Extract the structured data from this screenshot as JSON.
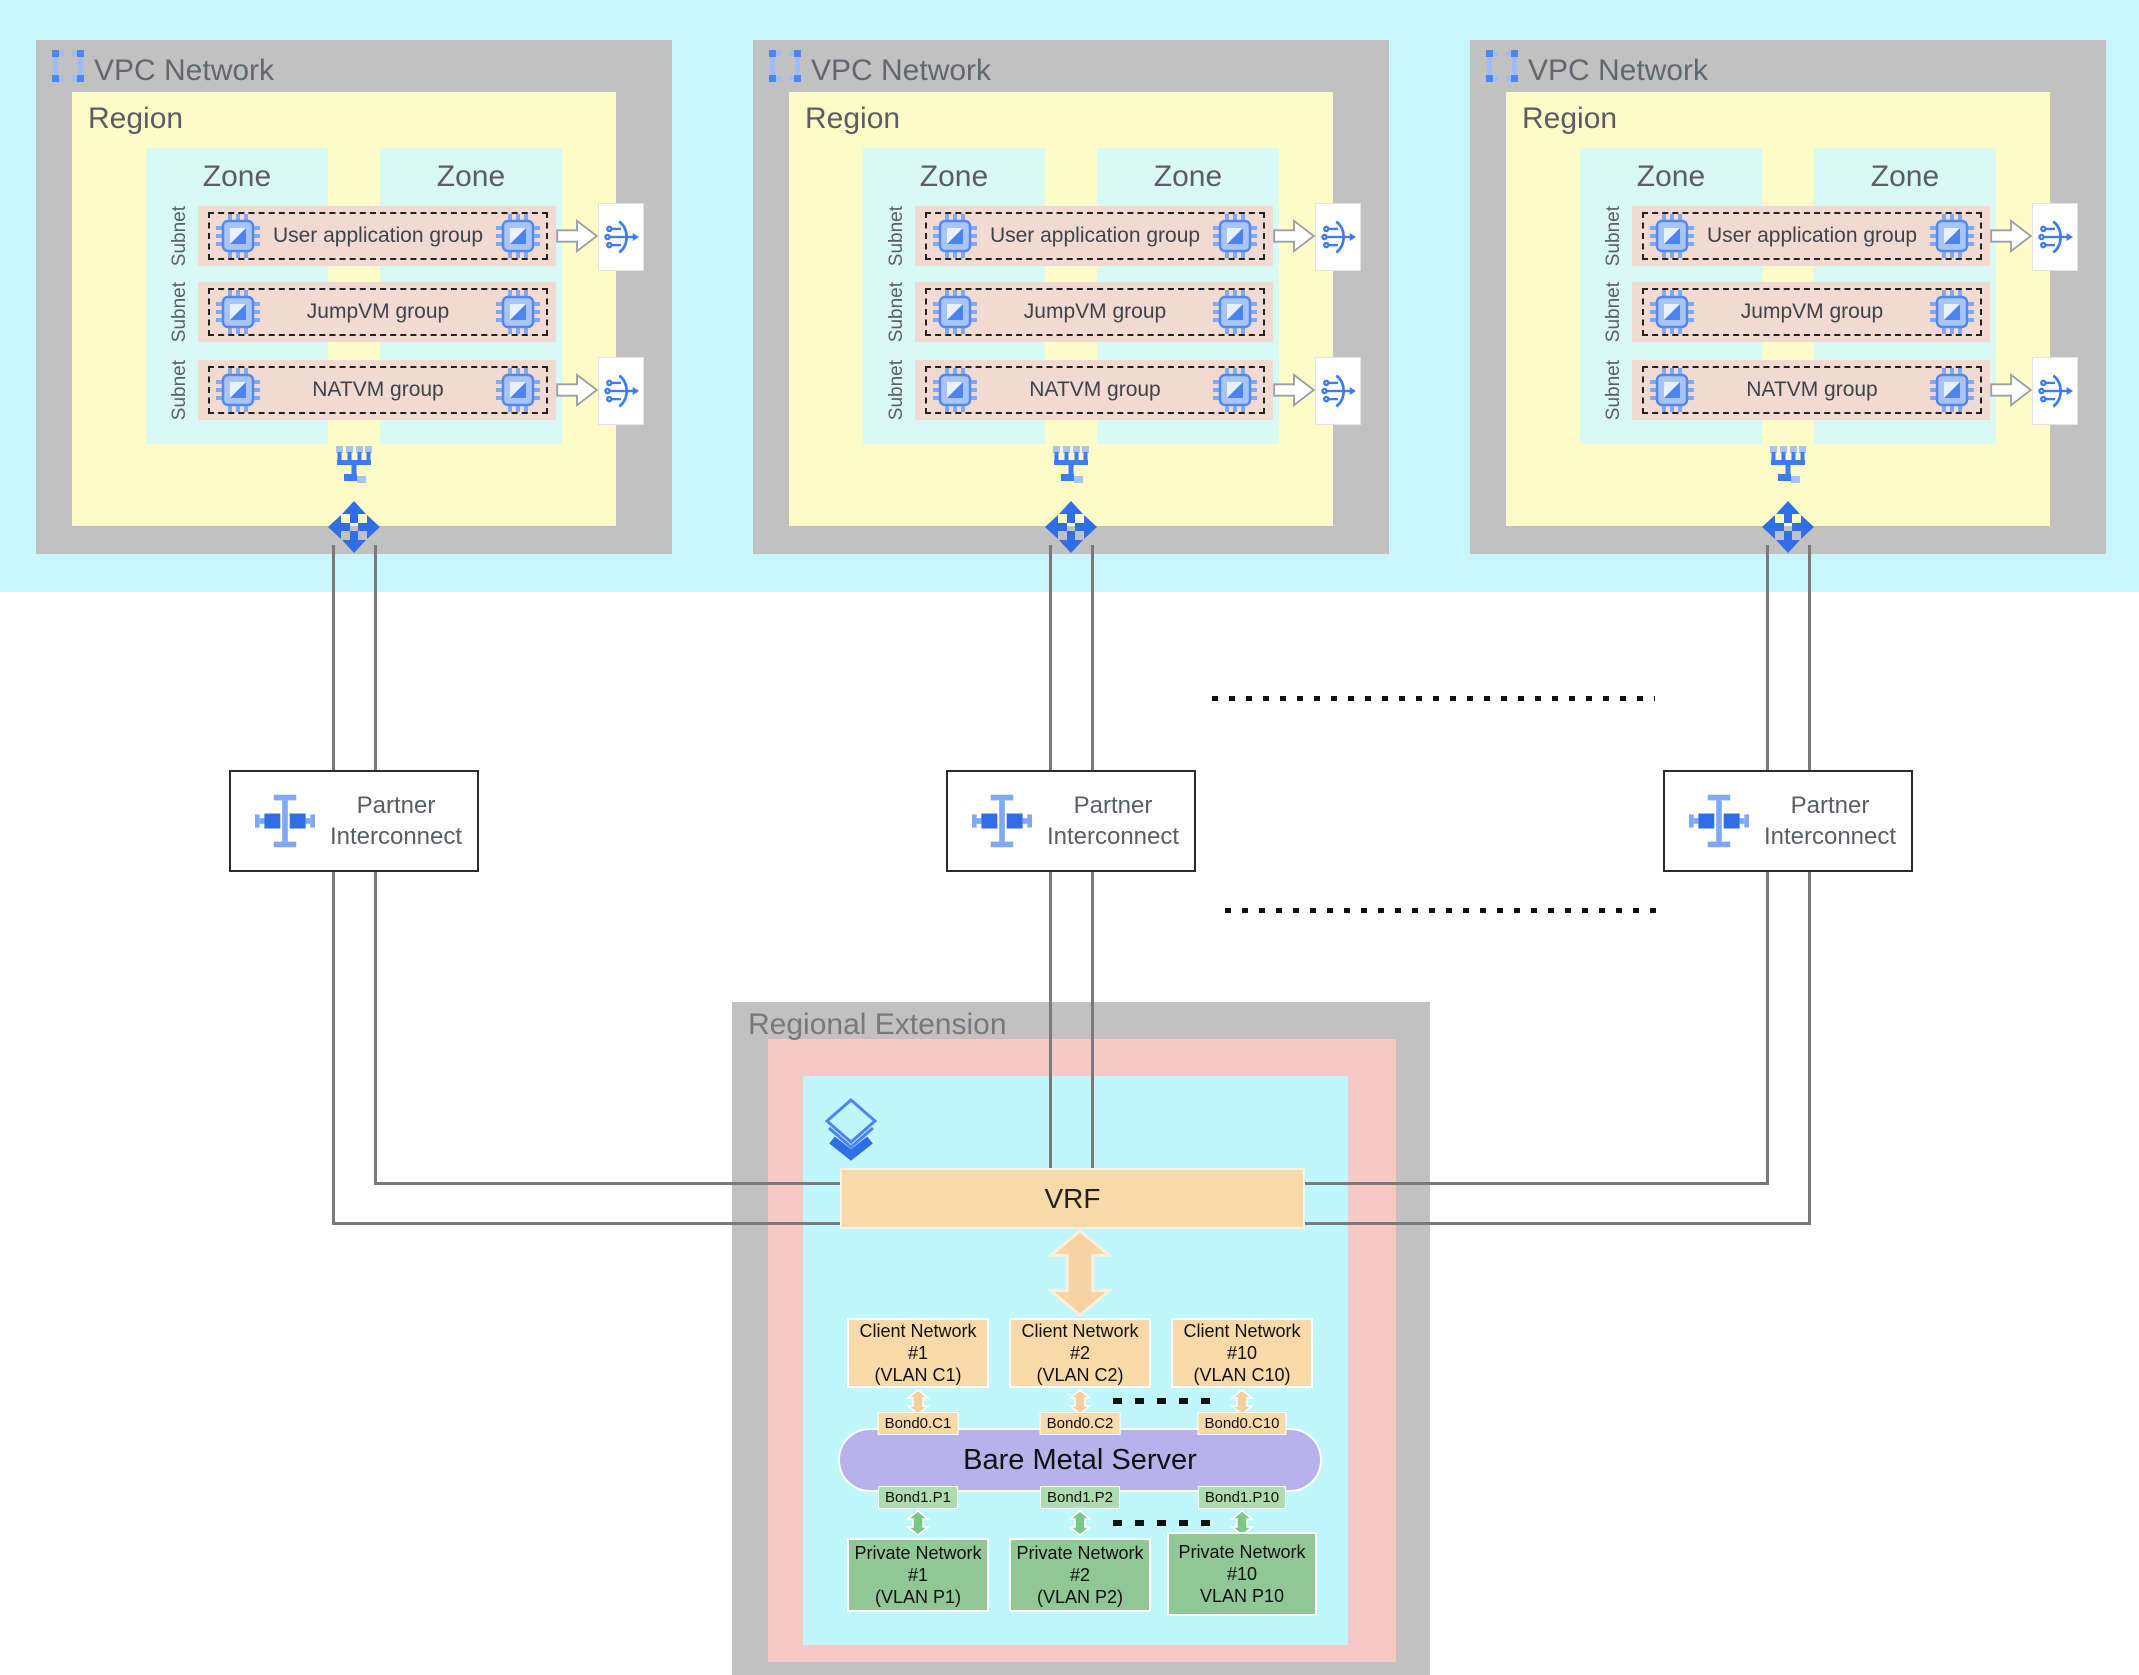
{
  "colors": {
    "band_cyan": "#c9f6fc",
    "zone_cyan": "#d9f9f5",
    "region_yellow": "#fdfcc8",
    "subnet_pink": "#f1dad2",
    "container_gray": "#c1c1c1",
    "re_pink": "#f6c8c6",
    "re_cyan": "#c0f7fd",
    "wheat": "#f8d9a9",
    "server_purple": "#b7b2ec",
    "network_green": "#90c794",
    "icon_blue": "#2f6ee6",
    "line_gray": "#7a7a7a"
  },
  "icons": {
    "vpc-icon": "blue bracket square",
    "vm-icon": "compute engine chip",
    "load-balancer-icon": "blue fan-out arrow",
    "network-icon": "blue switch tree",
    "routes-icon": "blue four-way arrows",
    "interconnect-icon": "blue I-beam link",
    "layers-icon": "blue stacked diamonds with down chevron",
    "egress-arrow": "white block arrow",
    "double-arrow": "wheat vertical double arrow"
  },
  "vpcs": [
    {
      "title": "VPC Network",
      "region": {
        "title": "Region"
      },
      "zones": [
        "Zone",
        "Zone"
      ],
      "subnets": [
        {
          "side_label": "Subnet",
          "group_label": "User application group"
        },
        {
          "side_label": "Subnet",
          "group_label": "JumpVM group"
        },
        {
          "side_label": "Subnet",
          "group_label": "NATVM group"
        }
      ]
    },
    {
      "title": "VPC Network",
      "region": {
        "title": "Region"
      },
      "zones": [
        "Zone",
        "Zone"
      ],
      "subnets": [
        {
          "side_label": "Subnet",
          "group_label": "User application group"
        },
        {
          "side_label": "Subnet",
          "group_label": "JumpVM group"
        },
        {
          "side_label": "Subnet",
          "group_label": "NATVM group"
        }
      ]
    },
    {
      "title": "VPC Network",
      "region": {
        "title": "Region"
      },
      "zones": [
        "Zone",
        "Zone"
      ],
      "subnets": [
        {
          "side_label": "Subnet",
          "group_label": "User application group"
        },
        {
          "side_label": "Subnet",
          "group_label": "JumpVM group"
        },
        {
          "side_label": "Subnet",
          "group_label": "NATVM group"
        }
      ]
    }
  ],
  "interconnects": [
    {
      "line1": "Partner",
      "line2": "Interconnect"
    },
    {
      "line1": "Partner",
      "line2": "Interconnect"
    },
    {
      "line1": "Partner",
      "line2": "Interconnect"
    }
  ],
  "regional_extension": {
    "title": "Regional Extension",
    "vrf_label": "VRF",
    "server_label": "Bare Metal Server",
    "client_networks": [
      {
        "name": "Client Network #1",
        "vlan": "(VLAN C1)",
        "bond": "Bond0.C1"
      },
      {
        "name": "Client Network #2",
        "vlan": "(VLAN C2)",
        "bond": "Bond0.C2"
      },
      {
        "name": "Client Network #10",
        "vlan": "(VLAN C10)",
        "bond": "Bond0.C10"
      }
    ],
    "private_networks": [
      {
        "name": "Private Network #1",
        "vlan": "(VLAN P1)",
        "bond": "Bond1.P1"
      },
      {
        "name": "Private Network #2",
        "vlan": "(VLAN P2)",
        "bond": "Bond1.P2"
      },
      {
        "name": "Private Network #10",
        "vlan": "VLAN P10",
        "bond": "Bond1.P10"
      }
    ]
  }
}
